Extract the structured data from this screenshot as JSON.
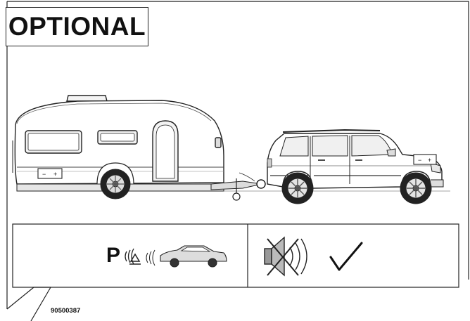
{
  "header": {
    "label": "OPTIONAL"
  },
  "panel_left": {
    "symbol_letter": "P"
  },
  "panel_right": {
    "check_icon": "checkmark-icon",
    "speaker_icon": "muted-speaker-icon"
  },
  "footer": {
    "figure_id": "90500387"
  },
  "icons": [
    "caravan",
    "suv-car",
    "battery-icon",
    "parking-sensor-icon",
    "car-icon",
    "muted-speaker-icon",
    "checkmark-icon"
  ]
}
